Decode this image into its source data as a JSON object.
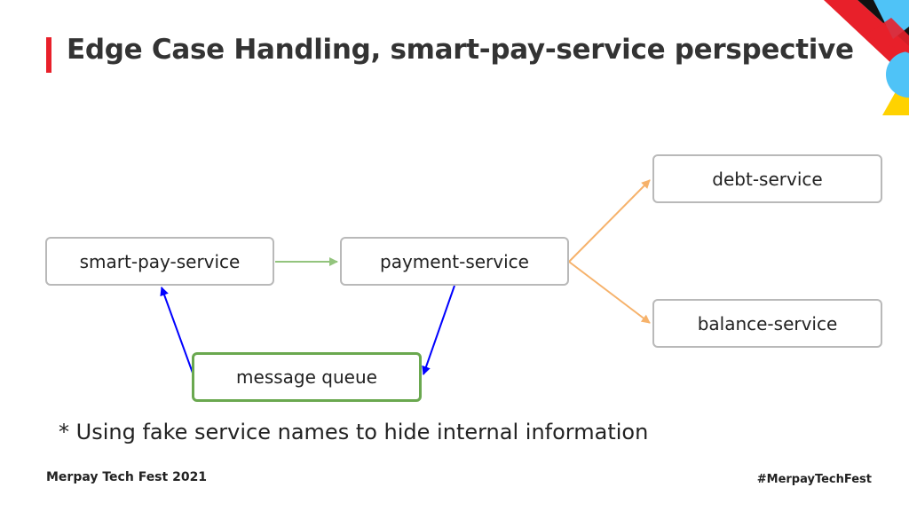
{
  "slide": {
    "title": "Edge Case Handling, smart-pay-service perspective",
    "note": "* Using fake service names to hide internal information",
    "footer_left": "Merpay Tech Fest  2021",
    "footer_right": "#MerpayTechFest"
  },
  "diagram": {
    "nodes": {
      "smart_pay": "smart-pay-service",
      "payment": "payment-service",
      "debt": "debt-service",
      "balance": "balance-service",
      "queue": "message queue"
    },
    "edges": [
      {
        "from": "smart-pay-service",
        "to": "payment-service",
        "color": "#93c47d"
      },
      {
        "from": "payment-service",
        "to": "debt-service",
        "color": "#f6b26b"
      },
      {
        "from": "payment-service",
        "to": "balance-service",
        "color": "#f6b26b"
      },
      {
        "from": "payment-service",
        "to": "message queue",
        "color": "#0000ff"
      },
      {
        "from": "message queue",
        "to": "smart-pay-service",
        "color": "#0000ff"
      }
    ]
  },
  "colors": {
    "accent": "#e8202a",
    "node_border": "#b9b9b9",
    "queue_border": "#6aa84f",
    "title_text": "#333333"
  }
}
